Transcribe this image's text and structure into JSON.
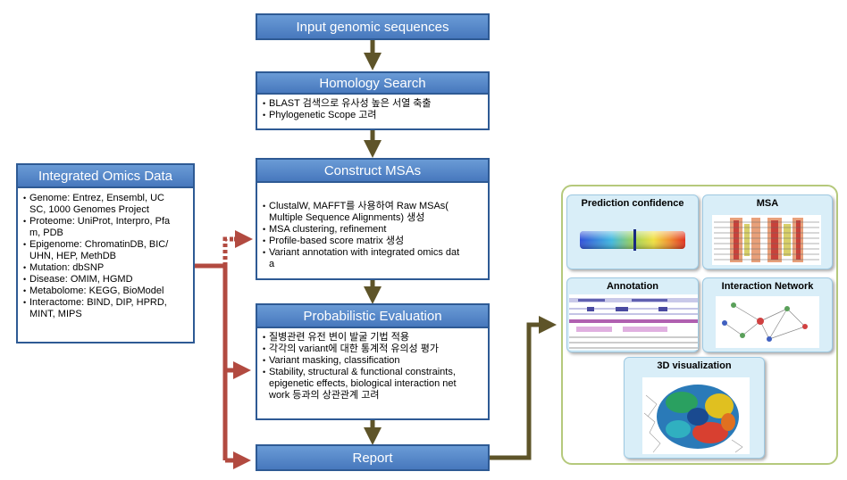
{
  "steps": {
    "input": "Input genomic sequences",
    "homology": {
      "title": "Homology Search",
      "items": [
        "BLAST 검색으로 유사성 높은 서열 축출",
        "Phylogenetic Scope 고려"
      ]
    },
    "msa": {
      "title": "Construct MSAs",
      "items": [
        "ClustalW, MAFFT를 사용하여 Raw MSAs(\nMultiple Sequence Alignments) 생성",
        "MSA clustering, refinement",
        "Profile-based score matrix 생성",
        "Variant annotation with integrated omics dat\na"
      ]
    },
    "eval": {
      "title": "Probabilistic Evaluation",
      "items": [
        "질병관련 유전 변이 발굴 기법 적용",
        "각각의 variant에 대한 통계적 유의성 평가",
        "Variant masking, classification",
        "Stability, structural & functional constraints,\nepigenetic effects, biological interaction net\nwork 등과의 상관관계 고려"
      ]
    },
    "report": "Report"
  },
  "omics": {
    "title": "Integrated Omics Data",
    "items": [
      "Genome: Entrez, Ensembl, UC\nSC, 1000 Genomes Project",
      "Proteome: UniProt, Interpro, Pfa\nm, PDB",
      "Epigenome: ChromatinDB, BIC/\nUHN, HEP, MethDB",
      "Mutation: dbSNP",
      "Disease: OMIM, HGMD",
      "Metabolome: KEGG, BioModel",
      "Interactome: BIND, DIP, HPRD,\nMINT, MIPS"
    ]
  },
  "outputs": {
    "prediction": "Prediction confidence",
    "msa": "MSA",
    "annotation": "Annotation",
    "network": "Interaction Network",
    "viz3d": "3D visualization"
  },
  "colors": {
    "box_fill": "#5a8ace",
    "box_border": "#2e5a94",
    "flow_arrow": "#5e5429",
    "omics_arrow": "#b24a40",
    "panel_border": "#b5c97c",
    "card_fill": "#d9eef8"
  }
}
